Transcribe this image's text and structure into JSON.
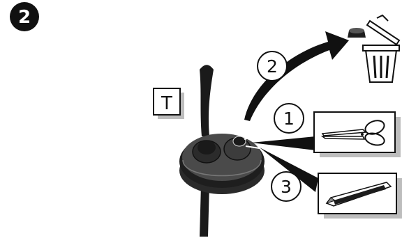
{
  "step_badge": {
    "number": "2"
  },
  "tool_label": {
    "letter": "T"
  },
  "callouts": [
    {
      "number": "1",
      "target": "scissors"
    },
    {
      "number": "2",
      "target": "trash-bin"
    },
    {
      "number": "3",
      "target": "utility-knife"
    }
  ],
  "icons": [
    "step-badge-icon",
    "cable-grommet-icon",
    "scissors-icon",
    "utility-knife-icon",
    "trash-bin-icon",
    "removed-cap-icon",
    "arrow-icon"
  ],
  "colors": {
    "ink": "#111111",
    "shadow": "#bdbdbd",
    "grommet": "#3a3a3a",
    "grommet_dark": "#1e1e1e",
    "white": "#ffffff"
  }
}
